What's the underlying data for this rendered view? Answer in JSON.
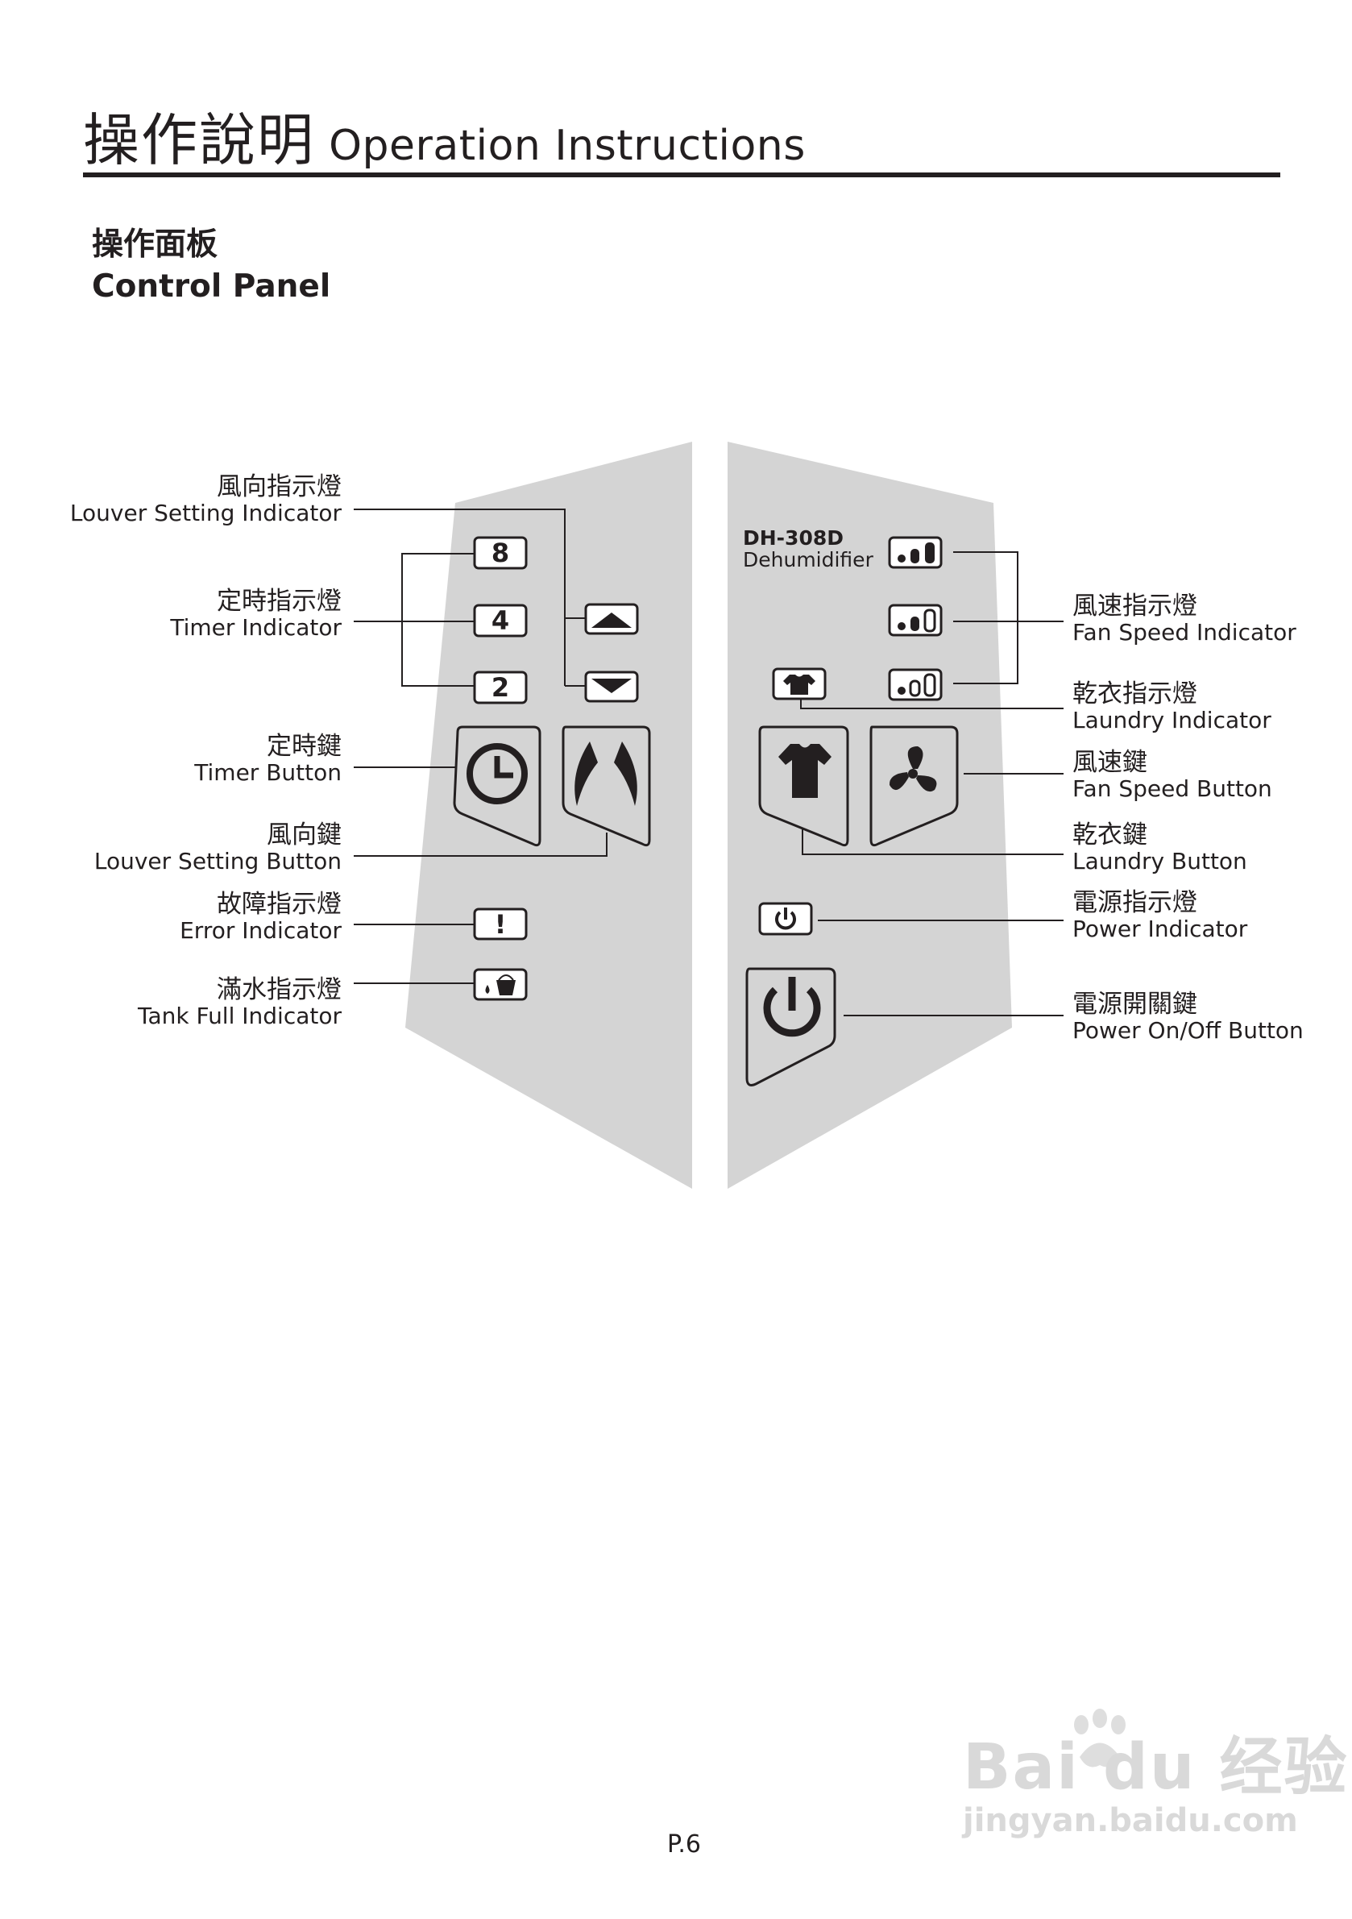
{
  "header": {
    "title_zh": "操作說明",
    "title_en": "Operation Instructions"
  },
  "section": {
    "title_zh": "操作面板",
    "title_en": "Control Panel"
  },
  "panel": {
    "model": "DH-308D",
    "product": "Dehumidifier",
    "timer_values": [
      "8",
      "4",
      "2"
    ],
    "error_glyph": "!",
    "colors": {
      "panel": "#d4d4d4",
      "line": "#231f20",
      "key_face": "#d4d4d4"
    },
    "icons": [
      "timer-8-icon",
      "timer-4-icon",
      "timer-2-icon",
      "louver-up-icon",
      "louver-down-icon",
      "clock-icon",
      "louver-icon",
      "error-icon",
      "tank-full-icon",
      "fan-high-icon",
      "fan-mid-icon",
      "fan-low-icon",
      "laundry-indicator-icon",
      "shirt-icon",
      "fan-icon",
      "power-indicator-icon",
      "power-icon"
    ]
  },
  "callouts_left": [
    {
      "zh": "風向指示燈",
      "en": "Louver Setting Indicator"
    },
    {
      "zh": "定時指示燈",
      "en": "Timer Indicator"
    },
    {
      "zh": "定時鍵",
      "en": "Timer Button"
    },
    {
      "zh": "風向鍵",
      "en": "Louver Setting Button"
    },
    {
      "zh": "故障指示燈",
      "en": "Error Indicator"
    },
    {
      "zh": "滿水指示燈",
      "en": "Tank Full Indicator"
    }
  ],
  "callouts_right": [
    {
      "zh": "風速指示燈",
      "en": "Fan Speed Indicator"
    },
    {
      "zh": "乾衣指示燈",
      "en": "Laundry Indicator"
    },
    {
      "zh": "風速鍵",
      "en": "Fan Speed Button"
    },
    {
      "zh": "乾衣鍵",
      "en": "Laundry Button"
    },
    {
      "zh": "電源指示燈",
      "en": "Power Indicator"
    },
    {
      "zh": "電源開關鍵",
      "en": "Power On/Off Button"
    }
  ],
  "footer": {
    "page": "P.6"
  },
  "watermark": {
    "logo": "Bai du 经验",
    "url": "jingyan.baidu.com"
  }
}
